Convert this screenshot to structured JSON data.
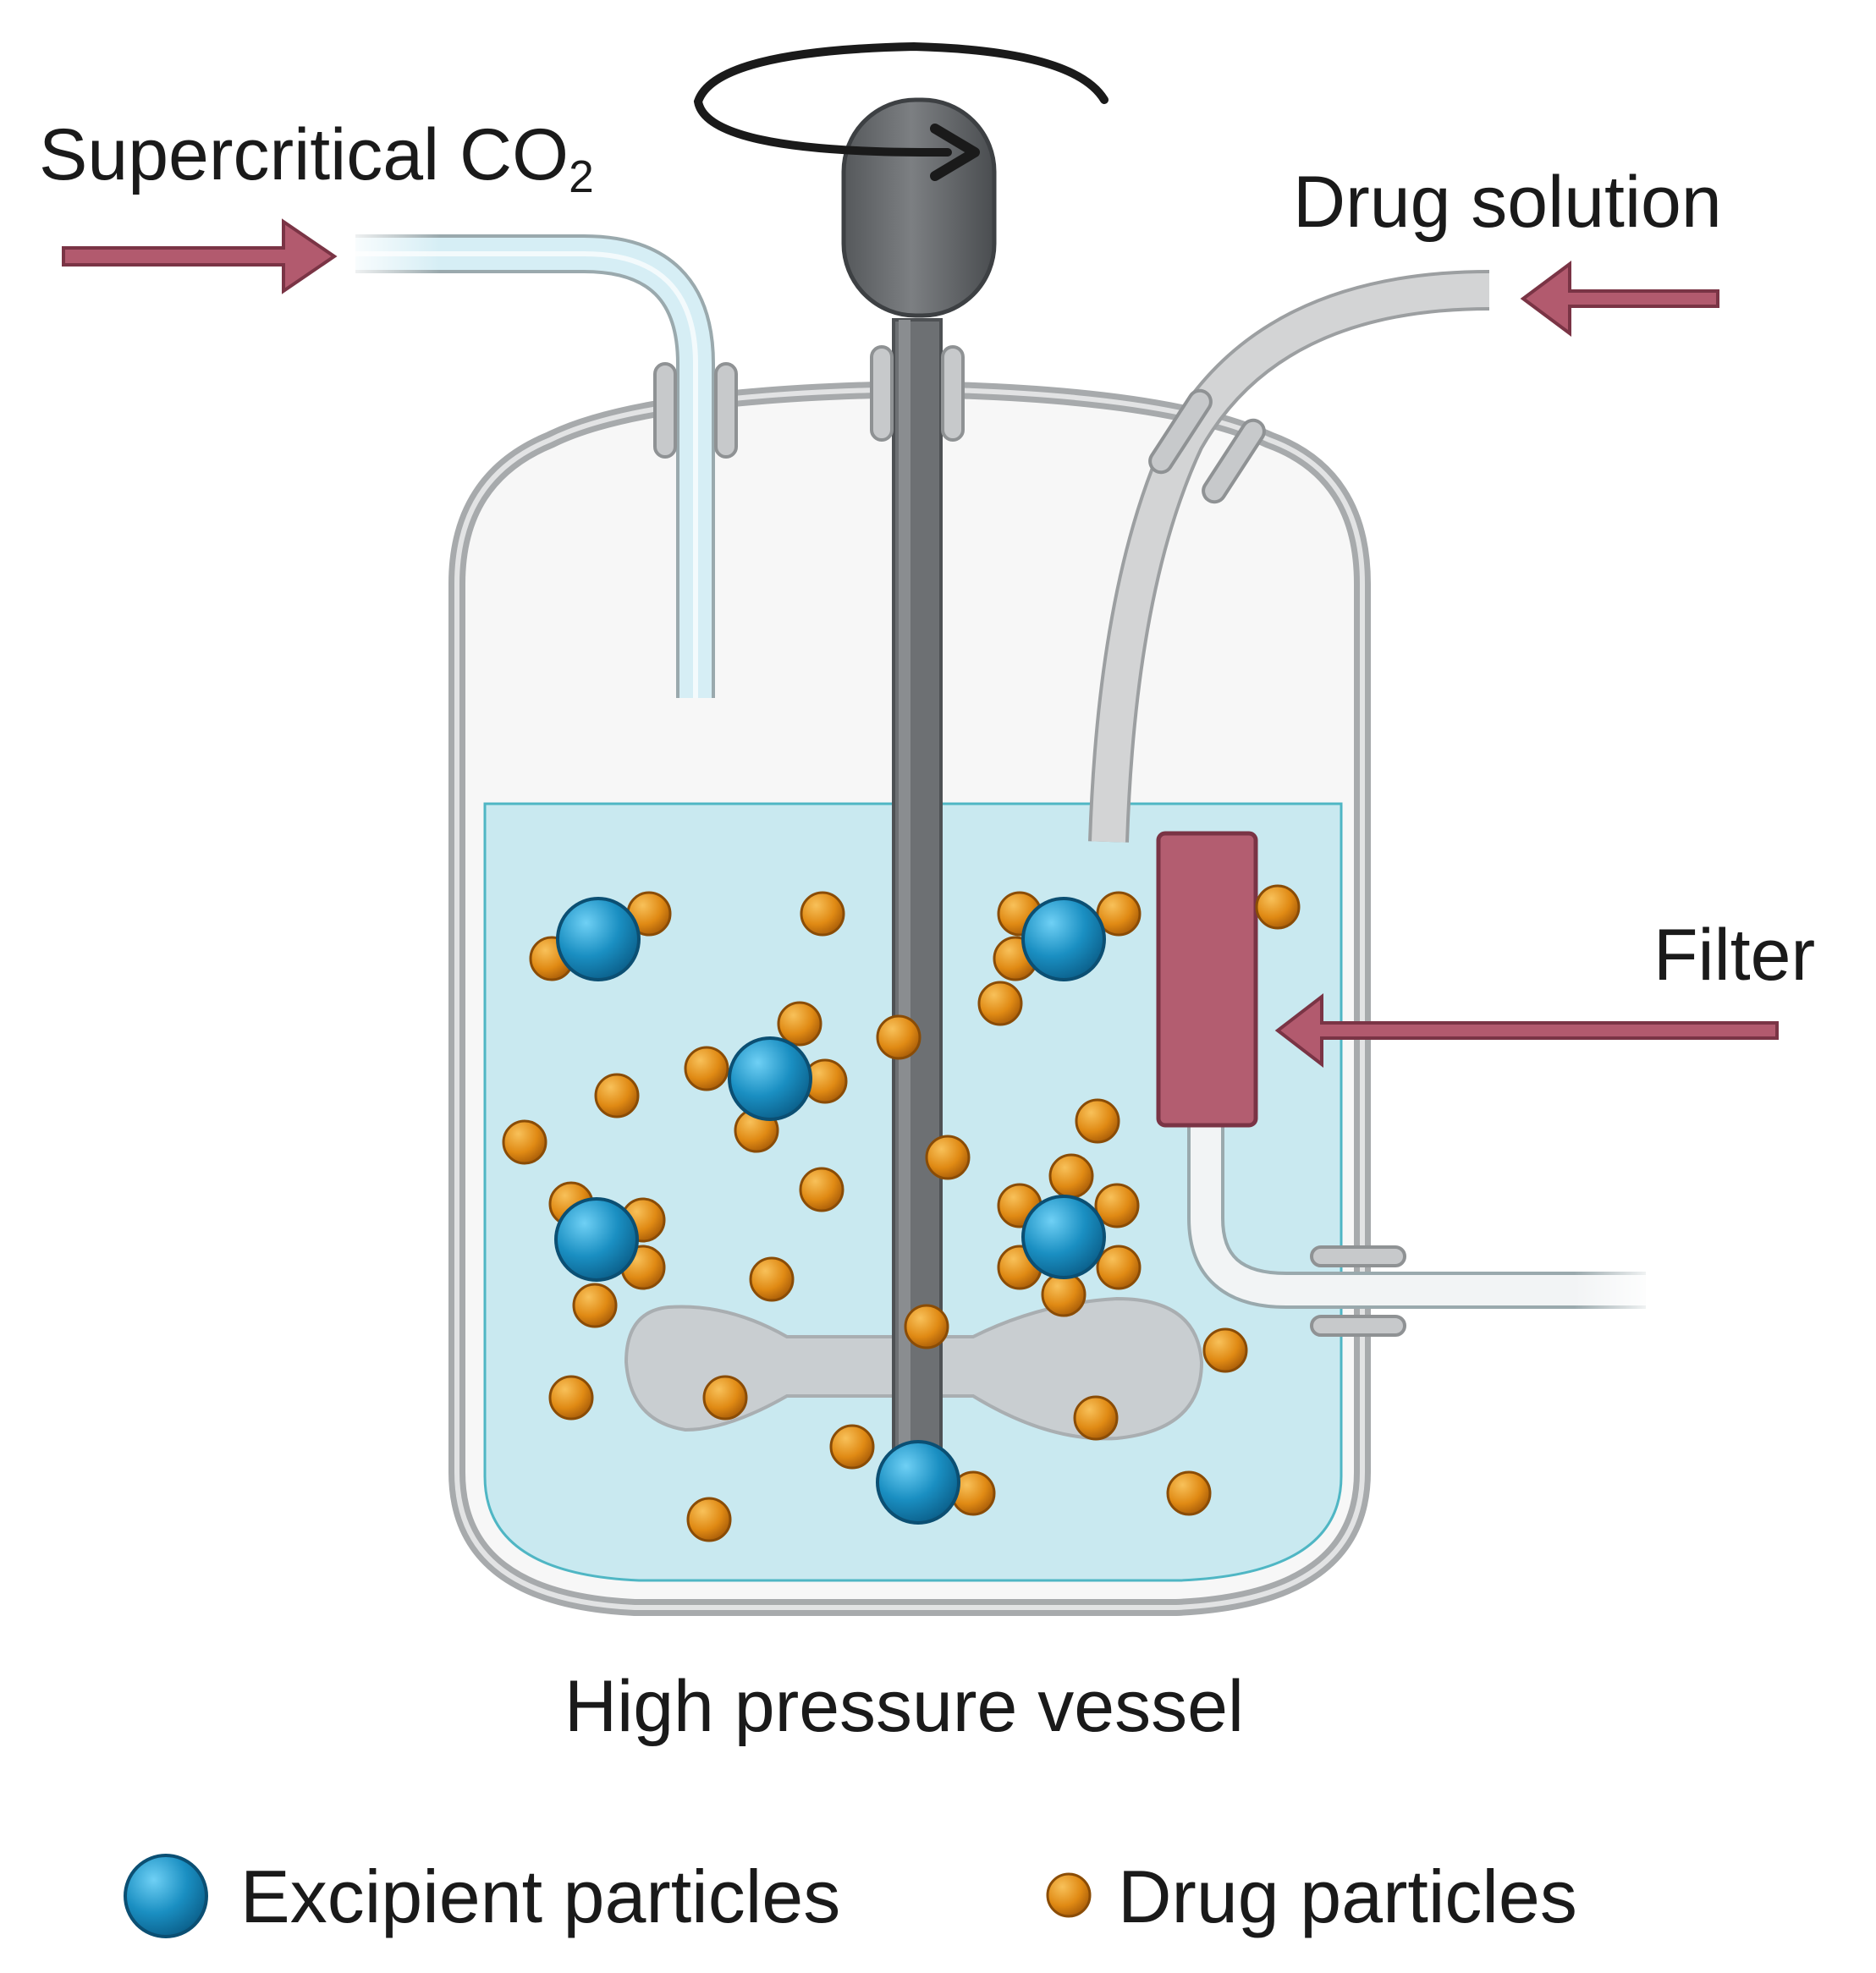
{
  "labels": {
    "supercritical_co2": "Supercritical CO",
    "co2_subscript": "2",
    "drug_solution": "Drug solution",
    "filter": "Filter",
    "vessel": "High pressure vessel"
  },
  "legend": {
    "excipient": "Excipient particles",
    "drug": "Drug particles"
  },
  "colors": {
    "arrow": "#b25a6e",
    "filter": "#b35d70",
    "liquid": "#c9e9f0",
    "vessel_wall": "#a7aaac",
    "stirrer": "#6d7073",
    "excipient_particle": "#1a8fc2",
    "drug_particle": "#e08a14",
    "co2_tube": "#d6eef5"
  }
}
